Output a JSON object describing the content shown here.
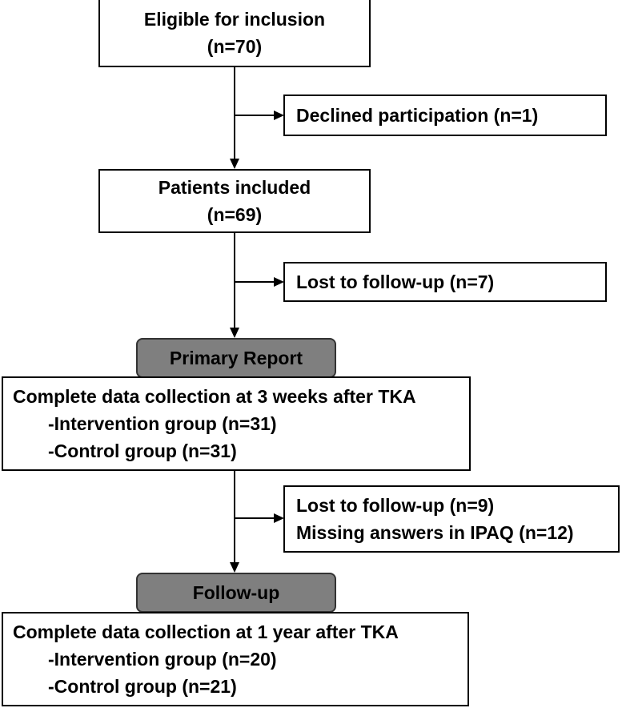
{
  "flowchart": {
    "eligible": {
      "title": "Eligible for inclusion",
      "count": "(n=70)"
    },
    "declined": {
      "text": "Declined participation (n=1)"
    },
    "included": {
      "title": "Patients included",
      "count": "(n=69)"
    },
    "lost_first": {
      "text": "Lost to follow-up (n=7)"
    },
    "primary_report": {
      "label": "Primary Report"
    },
    "three_weeks": {
      "title": "Complete data collection at 3 weeks after TKA",
      "intervention": "-Intervention group (n=31)",
      "control": "-Control group (n=31)"
    },
    "exclusions_second": {
      "lost": "Lost to follow-up (n=9)",
      "missing": "Missing answers in IPAQ (n=12)"
    },
    "follow_up": {
      "label": "Follow-up"
    },
    "one_year": {
      "title": "Complete data collection at 1 year after TKA",
      "intervention": "-Intervention group (n=20)",
      "control": "-Control group (n=21)"
    }
  },
  "colors": {
    "stage_fill": "#7f7f7f",
    "border": "#000000",
    "background": "#ffffff"
  }
}
